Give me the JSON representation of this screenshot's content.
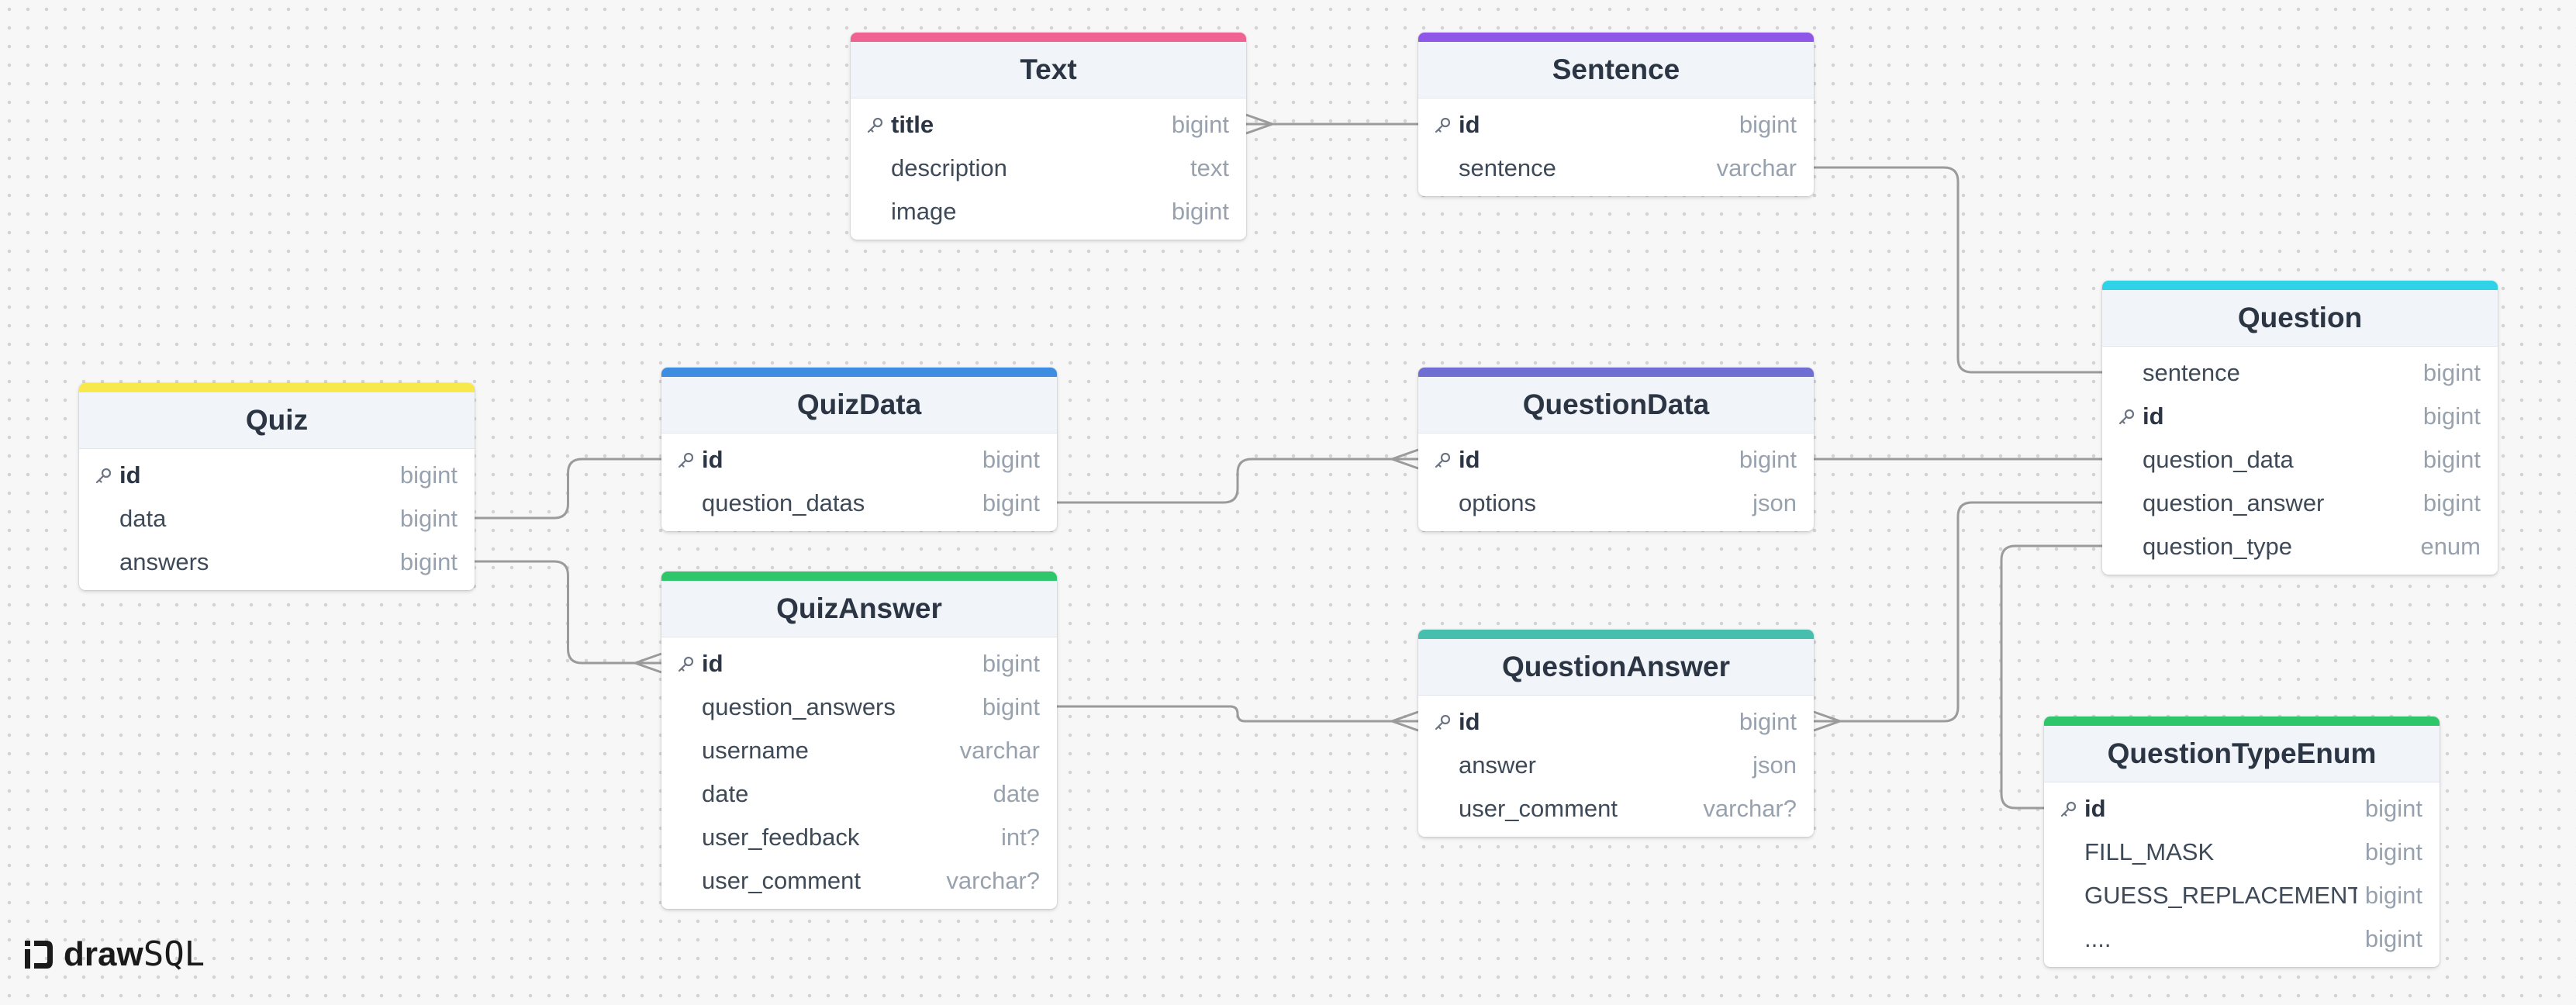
{
  "app": {
    "logo_bold": "draw",
    "logo_rest": "SQL"
  },
  "colors": {
    "background": "#f7f7f7",
    "edge": "#9b9b9b",
    "title_text": "#2b3544",
    "type_text": "#98a2ae"
  },
  "tables": [
    {
      "id": "text",
      "name": "Text",
      "color": "#f06292",
      "columns": [
        {
          "name": "title",
          "type": "bigint",
          "pk": true
        },
        {
          "name": "description",
          "type": "text",
          "pk": false
        },
        {
          "name": "image",
          "type": "bigint",
          "pk": false
        }
      ]
    },
    {
      "id": "sentence",
      "name": "Sentence",
      "color": "#8f57e8",
      "columns": [
        {
          "name": "id",
          "type": "bigint",
          "pk": true
        },
        {
          "name": "sentence",
          "type": "varchar",
          "pk": false
        }
      ]
    },
    {
      "id": "question",
      "name": "Question",
      "color": "#2fd2e6",
      "columns": [
        {
          "name": "sentence",
          "type": "bigint",
          "pk": false
        },
        {
          "name": "id",
          "type": "bigint",
          "pk": true
        },
        {
          "name": "question_data",
          "type": "bigint",
          "pk": false
        },
        {
          "name": "question_answer",
          "type": "bigint",
          "pk": false
        },
        {
          "name": "question_type",
          "type": "enum",
          "pk": false
        }
      ]
    },
    {
      "id": "quiz",
      "name": "Quiz",
      "color": "#f7e84c",
      "columns": [
        {
          "name": "id",
          "type": "bigint",
          "pk": true
        },
        {
          "name": "data",
          "type": "bigint",
          "pk": false
        },
        {
          "name": "answers",
          "type": "bigint",
          "pk": false
        }
      ]
    },
    {
      "id": "quizdata",
      "name": "QuizData",
      "color": "#3d8de0",
      "columns": [
        {
          "name": "id",
          "type": "bigint",
          "pk": true
        },
        {
          "name": "question_datas",
          "type": "bigint",
          "pk": false
        }
      ]
    },
    {
      "id": "questiondata",
      "name": "QuestionData",
      "color": "#6f6fd3",
      "columns": [
        {
          "name": "id",
          "type": "bigint",
          "pk": true
        },
        {
          "name": "options",
          "type": "json",
          "pk": false
        }
      ]
    },
    {
      "id": "quizanswer",
      "name": "QuizAnswer",
      "color": "#2dc66a",
      "columns": [
        {
          "name": "id",
          "type": "bigint",
          "pk": true
        },
        {
          "name": "question_answers",
          "type": "bigint",
          "pk": false
        },
        {
          "name": "username",
          "type": "varchar",
          "pk": false
        },
        {
          "name": "date",
          "type": "date",
          "pk": false
        },
        {
          "name": "user_feedback",
          "type": "int?",
          "pk": false
        },
        {
          "name": "user_comment",
          "type": "varchar?",
          "pk": false
        }
      ]
    },
    {
      "id": "questionanswer",
      "name": "QuestionAnswer",
      "color": "#46bfae",
      "columns": [
        {
          "name": "id",
          "type": "bigint",
          "pk": true
        },
        {
          "name": "answer",
          "type": "json",
          "pk": false
        },
        {
          "name": "user_comment",
          "type": "varchar?",
          "pk": false
        }
      ]
    },
    {
      "id": "questiontypeenum",
      "name": "QuestionTypeEnum",
      "color": "#2dc66a",
      "columns": [
        {
          "name": "id",
          "type": "bigint",
          "pk": true
        },
        {
          "name": "FILL_MASK",
          "type": "bigint",
          "pk": false
        },
        {
          "name": "GUESS_REPLACEMENT",
          "type": "bigint",
          "pk": false
        },
        {
          "name": "....",
          "type": "bigint",
          "pk": false
        }
      ]
    }
  ],
  "relations": [
    {
      "from_table": "text",
      "from_col": 0,
      "to_table": "sentence",
      "to_col": 0,
      "many_at": "from"
    },
    {
      "from_table": "sentence",
      "from_col": 1,
      "to_table": "question",
      "to_col": 0,
      "many_at": "none"
    },
    {
      "from_table": "quiz",
      "from_col": 1,
      "to_table": "quizdata",
      "to_col": 0,
      "many_at": "none"
    },
    {
      "from_table": "quiz",
      "from_col": 2,
      "to_table": "quizanswer",
      "to_col": 0,
      "many_at": "to"
    },
    {
      "from_table": "quizdata",
      "from_col": 1,
      "to_table": "questiondata",
      "to_col": 0,
      "many_at": "to"
    },
    {
      "from_table": "questiondata",
      "from_col": 0,
      "to_table": "question",
      "to_col": 2,
      "many_at": "none"
    },
    {
      "from_table": "quizanswer",
      "from_col": 1,
      "to_table": "questionanswer",
      "to_col": 0,
      "many_at": "to"
    },
    {
      "from_table": "questionanswer",
      "from_col": 0,
      "to_table": "question",
      "to_col": 3,
      "many_at": "from"
    },
    {
      "from_table": "question",
      "from_col": 4,
      "to_table": "questiontypeenum",
      "to_col": 0,
      "many_at": "none"
    }
  ]
}
